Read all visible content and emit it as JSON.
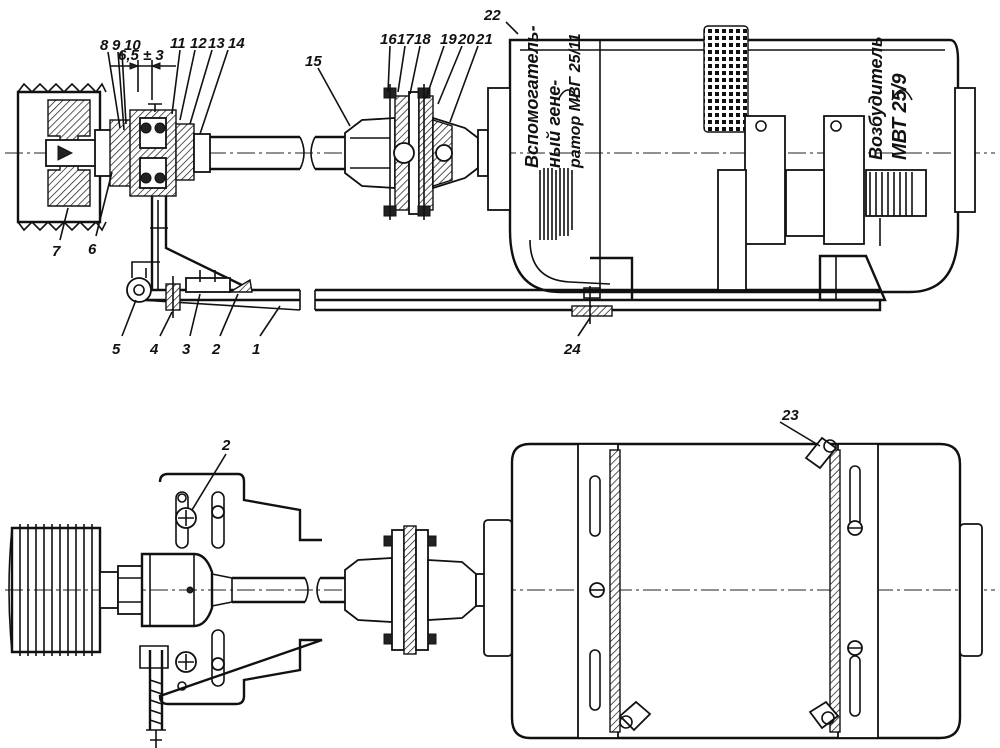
{
  "dimension": "6,5 ± 3",
  "labels": {
    "n1": "1",
    "n2": "2",
    "n3": "3",
    "n4": "4",
    "n5": "5",
    "n6": "6",
    "n7": "7",
    "n8": "8",
    "n9": "9",
    "n10": "10",
    "n11": "11",
    "n12": "12",
    "n13": "13",
    "n14": "14",
    "n15": "15",
    "n16": "16",
    "n17": "17",
    "n18": "18",
    "n19": "19",
    "n20": "20",
    "n21": "21",
    "n22": "22",
    "n23": "23",
    "n24": "24",
    "plan2": "2"
  },
  "housing_text": {
    "aux_line1": "Вспомогатель-",
    "aux_line2": "ный гене-",
    "aux_line3": "ратор МВГ 25/11",
    "exc_line1": "Возбудитель",
    "exc_line2": "МВТ 25/9"
  }
}
